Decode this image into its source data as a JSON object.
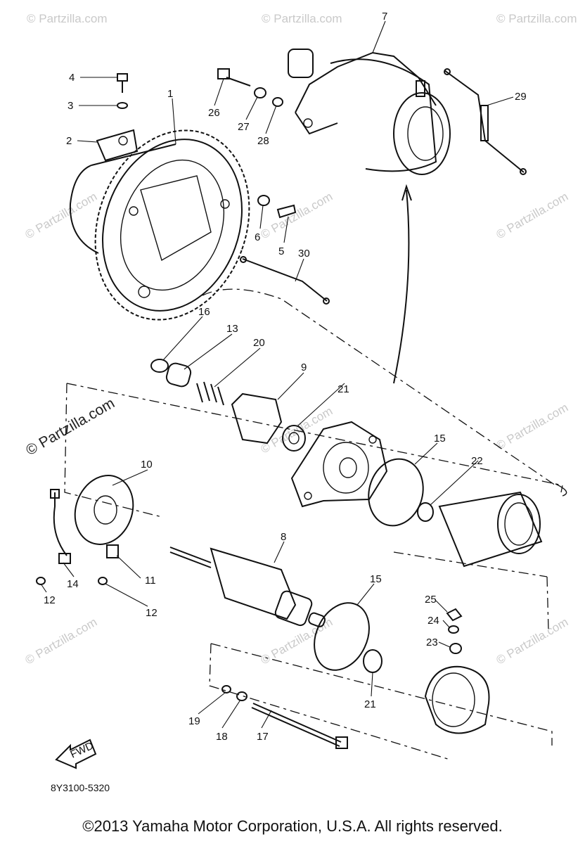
{
  "watermark": {
    "text": "© Partzilla.com",
    "feature_text": "© Partzilla.com"
  },
  "fwd_label": "FWD",
  "drawing_code": "8Y3100-5320",
  "copyright": "©2013 Yamaha Motor Corporation, U.S.A. All rights reserved.",
  "callouts": [
    {
      "id": "1",
      "text": "1"
    },
    {
      "id": "2",
      "text": "2"
    },
    {
      "id": "3",
      "text": "3"
    },
    {
      "id": "4",
      "text": "4"
    },
    {
      "id": "5",
      "text": "5"
    },
    {
      "id": "6",
      "text": "6"
    },
    {
      "id": "7",
      "text": "7"
    },
    {
      "id": "8",
      "text": "8"
    },
    {
      "id": "9",
      "text": "9"
    },
    {
      "id": "10",
      "text": "10"
    },
    {
      "id": "11",
      "text": "11"
    },
    {
      "id": "12a",
      "text": "12"
    },
    {
      "id": "12b",
      "text": "12"
    },
    {
      "id": "13",
      "text": "13"
    },
    {
      "id": "14",
      "text": "14"
    },
    {
      "id": "15a",
      "text": "15"
    },
    {
      "id": "15b",
      "text": "15"
    },
    {
      "id": "16",
      "text": "16"
    },
    {
      "id": "17",
      "text": "17"
    },
    {
      "id": "18",
      "text": "18"
    },
    {
      "id": "19",
      "text": "19"
    },
    {
      "id": "20",
      "text": "20"
    },
    {
      "id": "21a",
      "text": "21"
    },
    {
      "id": "21b",
      "text": "21"
    },
    {
      "id": "22",
      "text": "22"
    },
    {
      "id": "23",
      "text": "23"
    },
    {
      "id": "24",
      "text": "24"
    },
    {
      "id": "25",
      "text": "25"
    },
    {
      "id": "26",
      "text": "26"
    },
    {
      "id": "27",
      "text": "27"
    },
    {
      "id": "28",
      "text": "28"
    },
    {
      "id": "29",
      "text": "29"
    },
    {
      "id": "30",
      "text": "30"
    }
  ]
}
